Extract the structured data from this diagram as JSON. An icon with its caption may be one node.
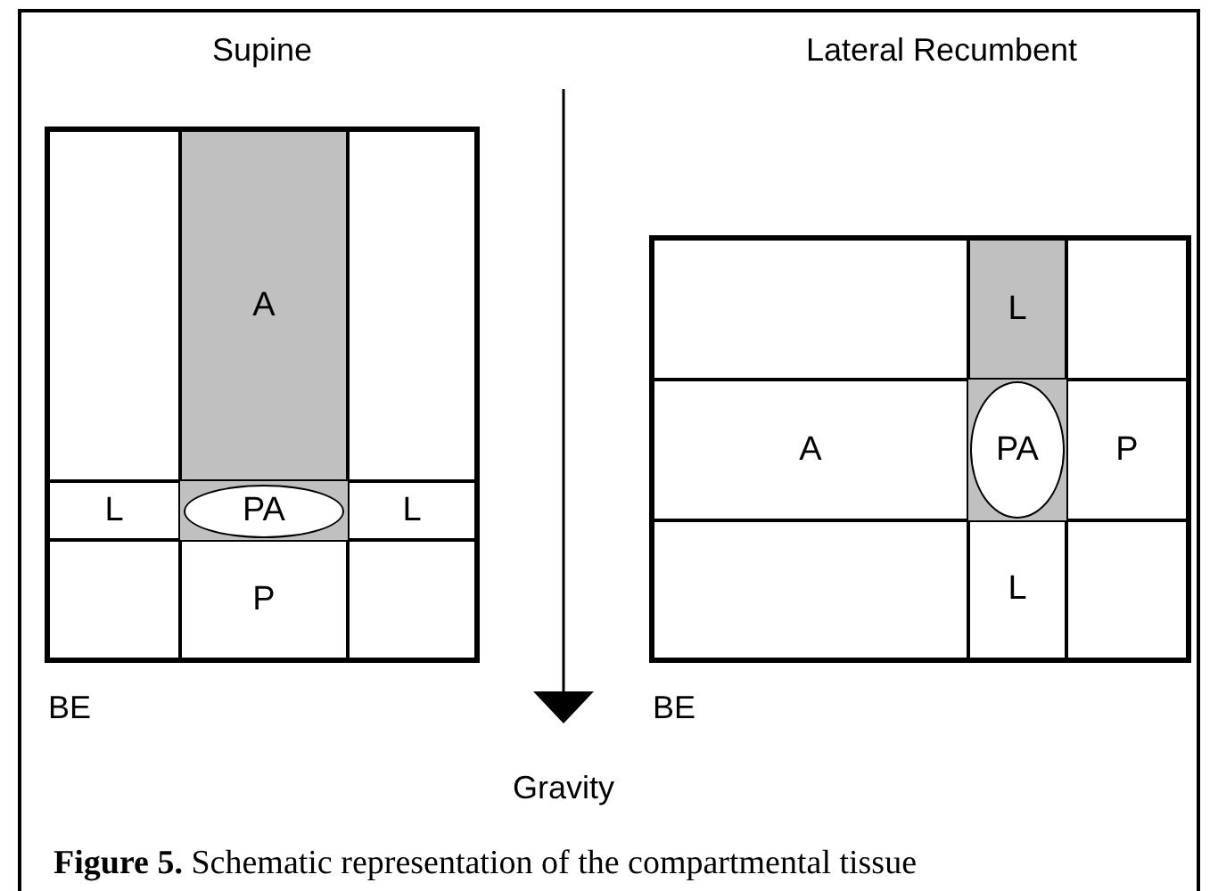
{
  "diagram": {
    "caption": "**Figure 5.** Schematic representation of the compartmental tissue",
    "nodes": [
      {
        "text": [],
        "shape": "box"
      },
      {
        "text": [
          "A"
        ],
        "in": 0
      },
      {
        "text": [
          "L"
        ],
        "in": 0
      },
      {
        "text": [
          "PA"
        ],
        "in": 0
      },
      {
        "text": [
          "L"
        ],
        "in": 0
      },
      {
        "text": [
          "P"
        ],
        "in": 0
      },
      {
        "text": [],
        "shape": "box"
      },
      {
        "text": [
          "L"
        ],
        "in": 6
      },
      {
        "text": [
          "A"
        ],
        "in": 6
      },
      {
        "text": [
          "PA"
        ],
        "in": 6
      },
      {
        "text": [
          "P"
        ],
        "in": 6
      },
      {
        "text": [
          "L"
        ],
        "in": 6
      }
    ],
    "labels": [
      "Supine",
      "Lateral Recumbent",
      "BE",
      "BE",
      "Gravity"
    ]
  }
}
